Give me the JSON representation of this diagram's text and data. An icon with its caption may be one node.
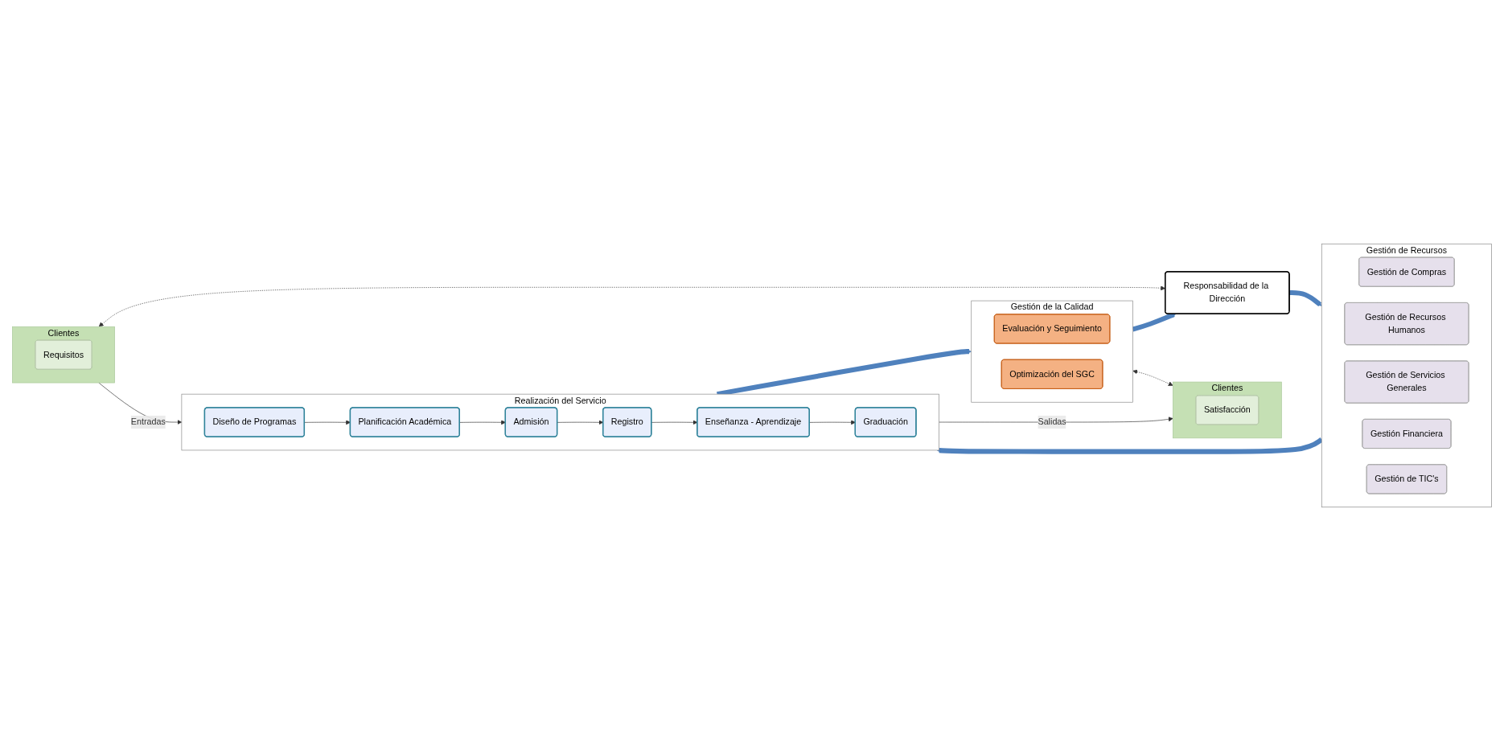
{
  "diagram": {
    "nodes": [
      {
        "text": [
          "Clientes"
        ]
      },
      {
        "text": [
          "Requisitos"
        ],
        "in": 0
      },
      {
        "text": [
          "Responsabilidad de la Dirección"
        ]
      },
      {
        "text": [
          "Gestión de Recursos"
        ]
      },
      {
        "text": [
          "Gestión de Compras"
        ],
        "in": 3
      },
      {
        "text": [
          "Gestión de Recursos Humanos"
        ],
        "in": 3
      },
      {
        "text": [
          "Gestión de Servicios Generales"
        ],
        "in": 3
      },
      {
        "text": [
          "Gestión Financiera"
        ],
        "in": 3
      },
      {
        "text": [
          "Gestión de TIC's"
        ],
        "in": 3
      },
      {
        "text": [
          "Gestión de la Calidad"
        ]
      },
      {
        "text": [
          "Evaluación y Seguimiento"
        ],
        "in": 9
      },
      {
        "text": [
          "Optimización del SGC"
        ],
        "in": 9
      },
      {
        "text": [
          "Realización del Servicio"
        ]
      },
      {
        "text": [
          "Diseño de Programas"
        ],
        "in": 12
      },
      {
        "text": [
          "Planificación Académica"
        ],
        "in": 12
      },
      {
        "text": [
          "Admisión"
        ],
        "in": 12
      },
      {
        "text": [
          "Registro"
        ],
        "in": 12
      },
      {
        "text": [
          "Enseñanza - Aprendizaje"
        ],
        "in": 12
      },
      {
        "text": [
          "Graduación"
        ],
        "in": 12
      },
      {
        "text": [
          "Clientes"
        ]
      },
      {
        "text": [
          "Satisfacción"
        ],
        "in": 19
      }
    ],
    "edges": [
      {
        "from": 0,
        "to": 2,
        "arrow": "both",
        "style": "dashed"
      },
      {
        "from": 2,
        "to": 3,
        "arrow": "to",
        "style": "thick",
        "color": "#4f81bd"
      },
      {
        "from": 3,
        "to": 12,
        "arrow": "to",
        "style": "thick",
        "color": "#4f81bd"
      },
      {
        "from": 12,
        "to": 9,
        "arrow": "to",
        "style": "thick",
        "color": "#4f81bd"
      },
      {
        "from": 9,
        "to": 2,
        "arrow": "to",
        "style": "thick",
        "color": "#4f81bd"
      },
      {
        "from": 9,
        "to": 19,
        "arrow": "both",
        "style": "dashed"
      },
      {
        "from": 0,
        "to": 12,
        "arrow": "to",
        "label": "Entradas"
      },
      {
        "from": 12,
        "to": 19,
        "arrow": "to",
        "label": "Salidas"
      },
      {
        "from": 13,
        "to": 14,
        "arrow": "to"
      },
      {
        "from": 14,
        "to": 15,
        "arrow": "to"
      },
      {
        "from": 15,
        "to": 16,
        "arrow": "to"
      },
      {
        "from": 16,
        "to": 17,
        "arrow": "to"
      },
      {
        "from": 17,
        "to": 18,
        "arrow": "to"
      }
    ]
  }
}
